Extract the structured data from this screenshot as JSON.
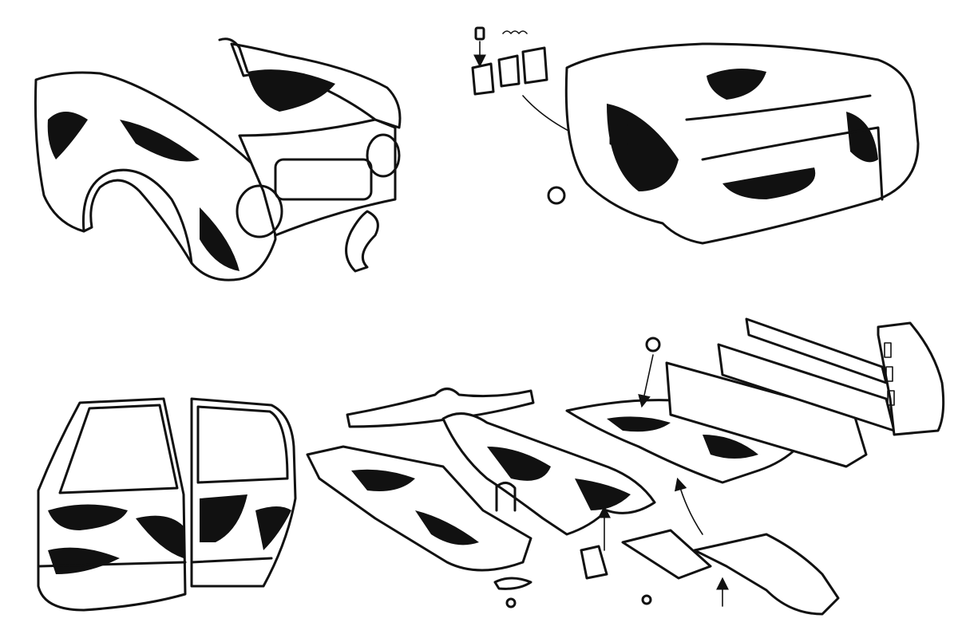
{
  "colors": {
    "ink": "#111111",
    "paper": "#ffffff"
  },
  "assemblies": [
    {
      "id": "front-end",
      "icon": "front-body-shell-drawing"
    },
    {
      "id": "rear-end",
      "icon": "rear-body-shell-drawing"
    },
    {
      "id": "doors",
      "icon": "door-pair-drawing"
    },
    {
      "id": "floor",
      "icon": "floor-pan-exploded-drawing"
    }
  ]
}
